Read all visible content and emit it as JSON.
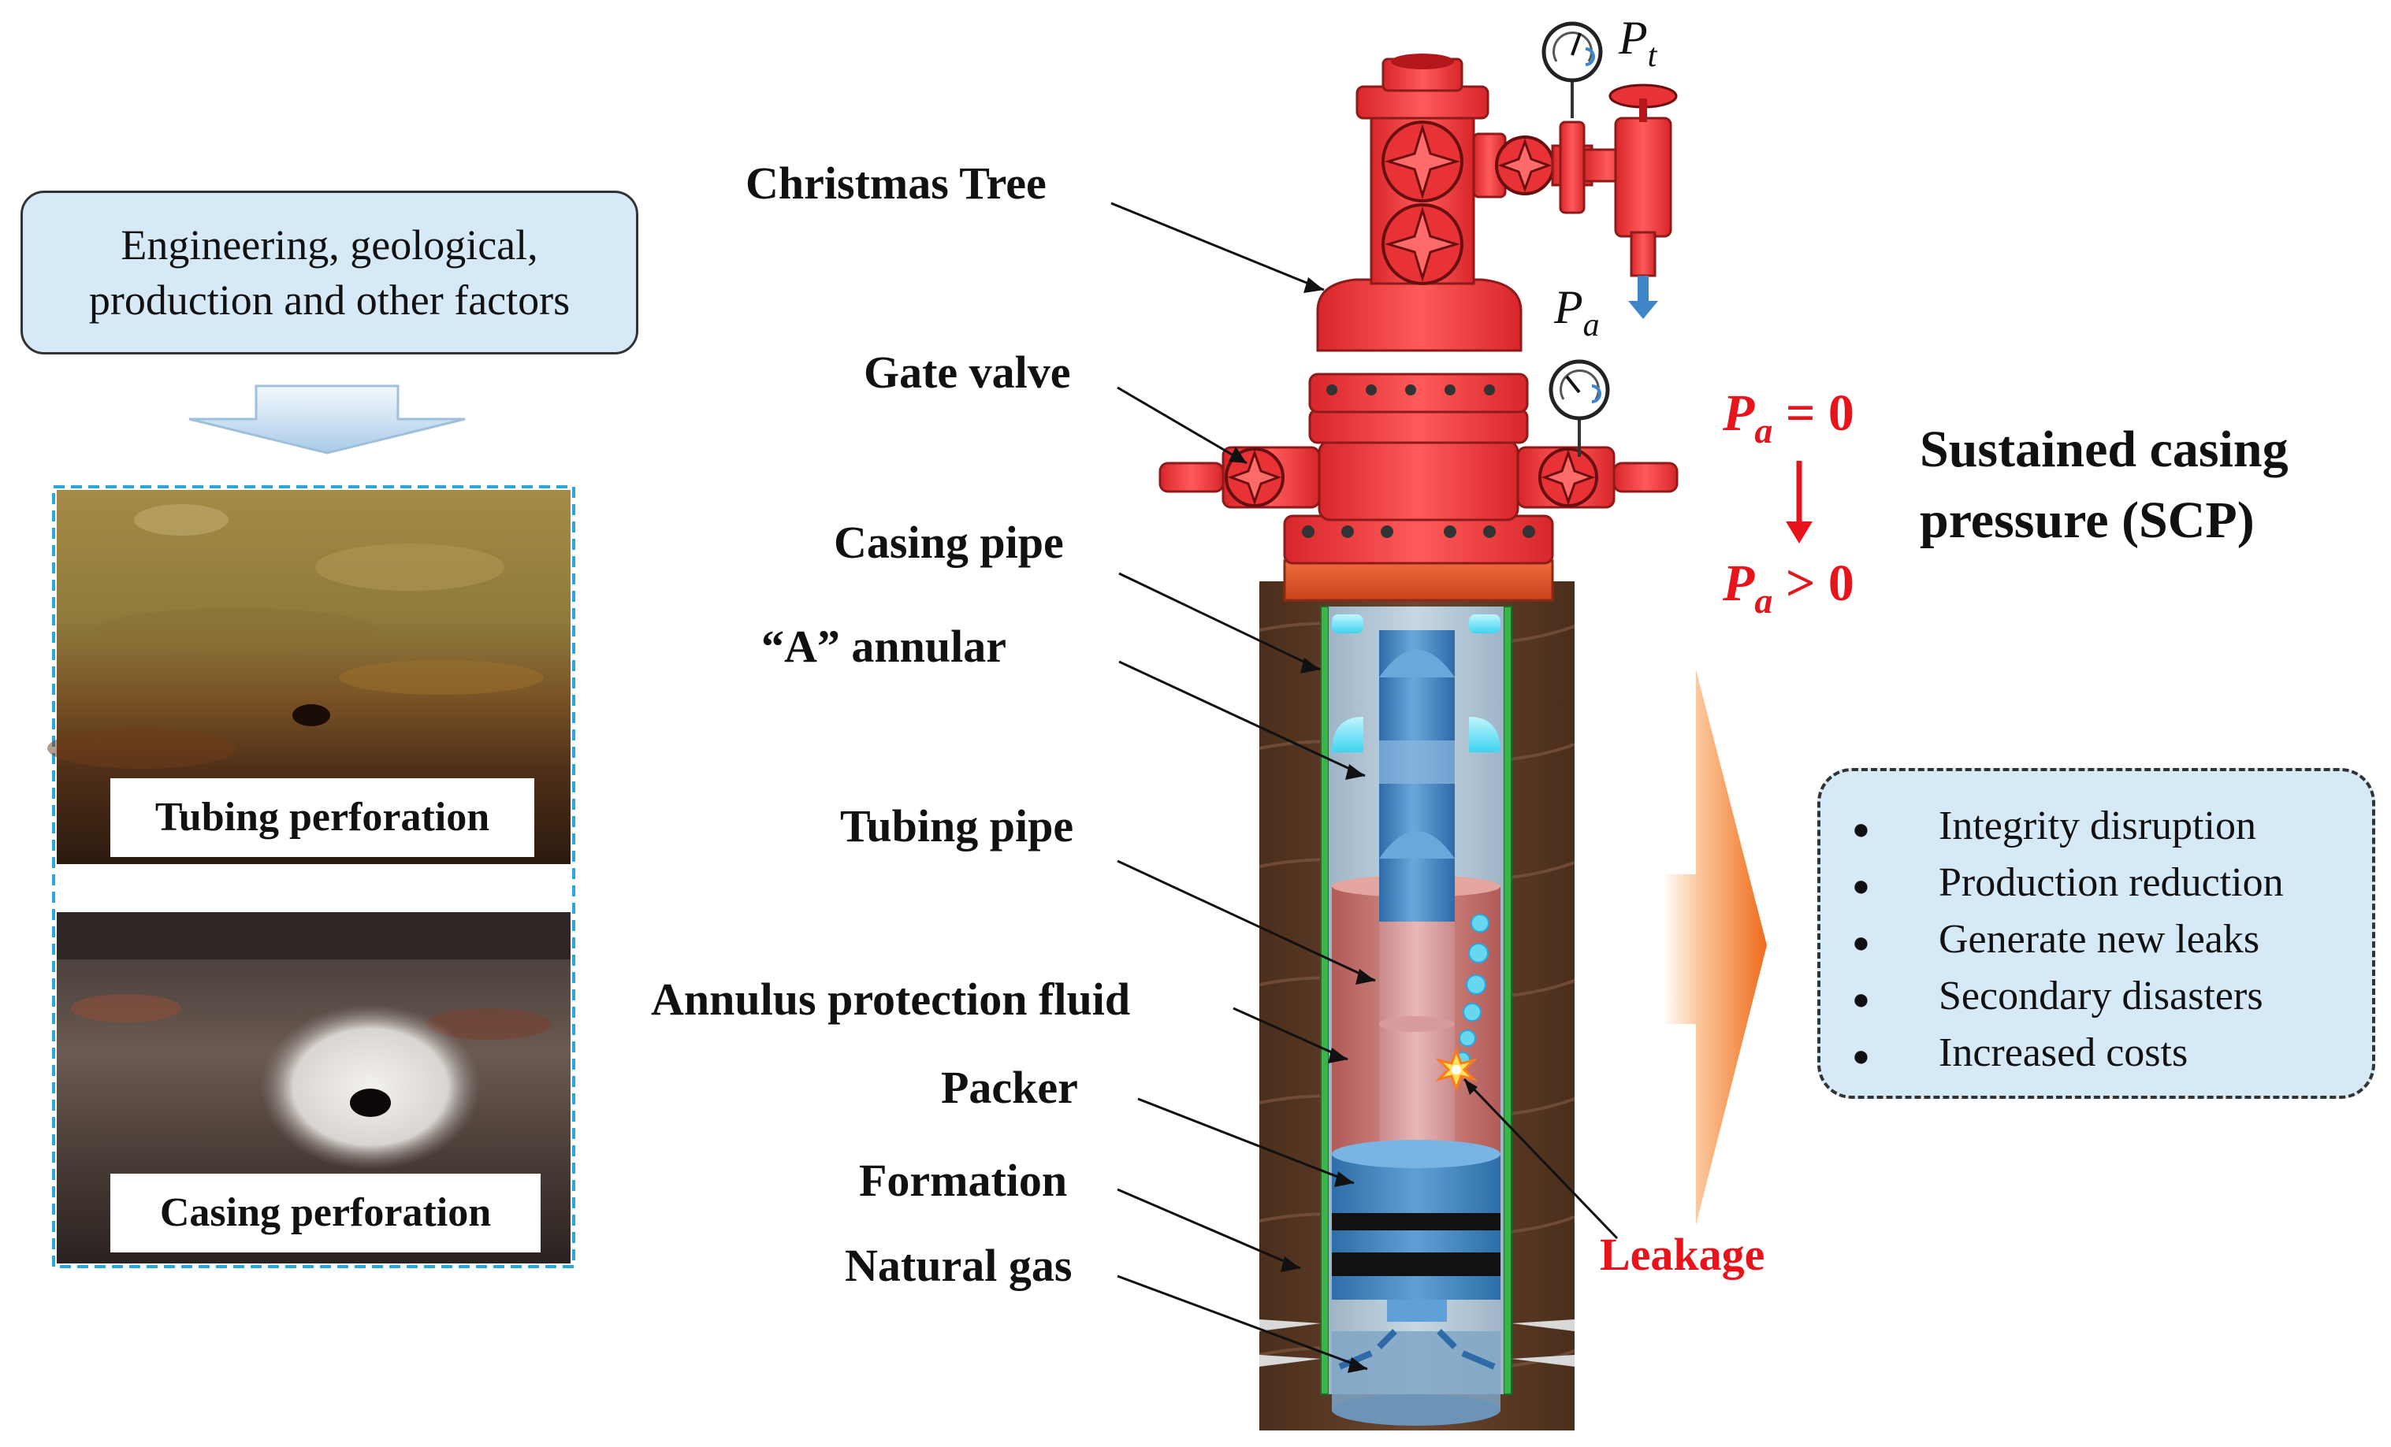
{
  "factors": {
    "line1": "Engineering, geological,",
    "line2": "production and other factors"
  },
  "photos": {
    "tubing_label": "Tubing perforation",
    "casing_label": "Casing perforation"
  },
  "labels": {
    "christmas_tree": "Christmas Tree",
    "gate_valve": "Gate valve",
    "casing_pipe": "Casing pipe",
    "a_annular": "“A” annular",
    "tubing_pipe": "Tubing pipe",
    "annulus_fluid": "Annulus protection fluid",
    "packer": "Packer",
    "formation": "Formation",
    "natural_gas": "Natural gas",
    "leakage": "Leakage"
  },
  "gauges": {
    "pt_symbol": "P",
    "pt_sub": "t",
    "pa_symbol": "P",
    "pa_sub": "a"
  },
  "scp": {
    "before_symbol": "P",
    "before_sub": "a",
    "before_rel": " = 0",
    "after_symbol": "P",
    "after_sub": "a",
    "after_rel": " > 0",
    "title_line1": "Sustained casing",
    "title_line2": "pressure (SCP)"
  },
  "consequences": [
    "Integrity disruption",
    "Production reduction",
    "Generate new leaks",
    "Secondary disasters",
    "Increased costs"
  ],
  "colors": {
    "tree_red": "#f0393b",
    "formation_brown": "#5a3a24",
    "casing_green": "#39b54a",
    "tubing_blue": "#3f86c9",
    "fluid_red": "#c9605a",
    "box_fill": "#d6e9f7",
    "highlight_red": "#e8141c",
    "arrow_orange": "#f07a2a"
  }
}
